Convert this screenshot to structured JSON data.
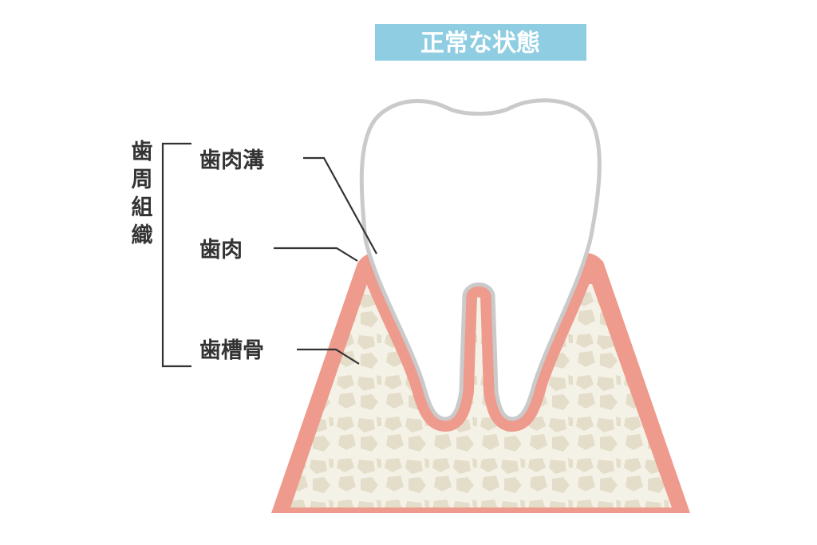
{
  "title": "正常な状態",
  "group_label": "歯周組織",
  "labels": {
    "gingival_sulcus": "歯肉溝",
    "gingiva": "歯肉",
    "alveolar_bone": "歯槽骨"
  },
  "colors": {
    "title_bg": "#8ecde2",
    "gum": "#ee9a8c",
    "bone": "#f4f1e6",
    "bone_cell": "#e4ddc9",
    "tooth_outline": "#cacaca",
    "text": "#333333"
  }
}
